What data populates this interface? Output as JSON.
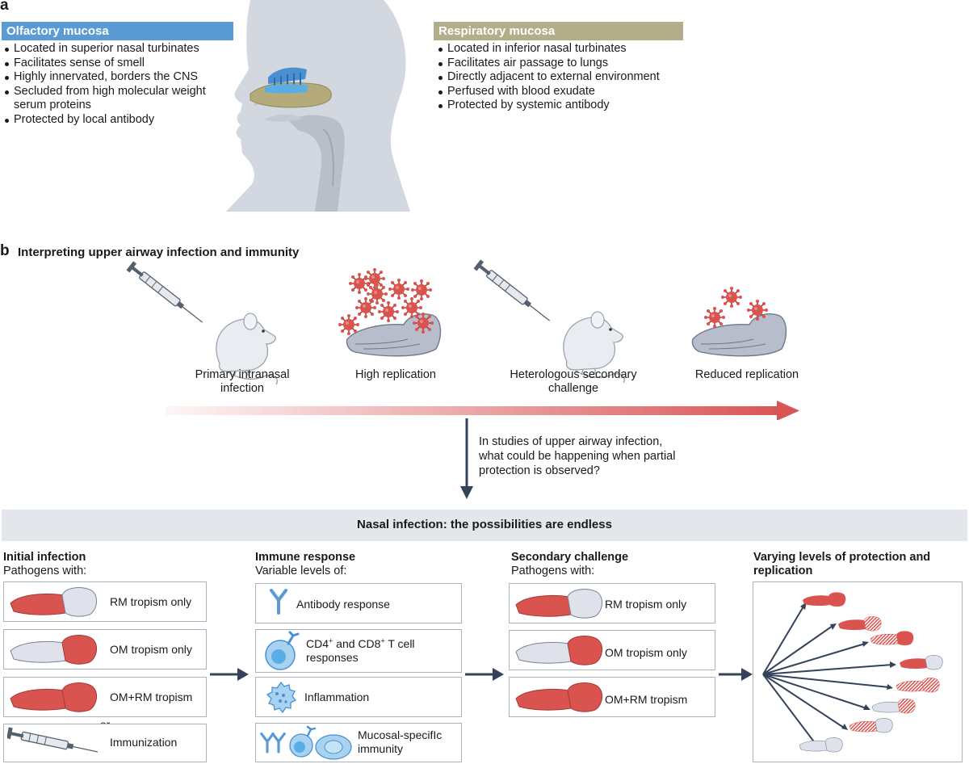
{
  "panel_a": {
    "letter": "a",
    "olfactory": {
      "title": "Olfactory mucosa",
      "color": "#5b9bd5",
      "items": [
        "Located in superior nasal turbinates",
        "Facilitates sense of smell",
        "Highly innervated, borders the CNS",
        "Secluded from high molecular weight serum proteins",
        "Protected by local antibody"
      ]
    },
    "respiratory": {
      "title": "Respiratory mucosa",
      "color": "#b3ad8a",
      "items": [
        "Located in inferior nasal turbinates",
        "Facilitates air passage to lungs",
        "Directly adjacent to external environment",
        "Perfused with blood exudate",
        "Protected by systemic antibody"
      ]
    }
  },
  "panel_b": {
    "letter": "b",
    "title": "Interpreting upper airway infection and immunity",
    "timeline": {
      "steps": [
        "Primary intranasal infection",
        "High replication",
        "Heterologous secondary challenge",
        "Reduced replication"
      ],
      "arrow_color": "#d95555"
    },
    "question": "In studies of upper airway infection, what could be happening when partial protection is observed?",
    "banner": "Nasal infection: the possibilities are endless",
    "columns": {
      "initial": {
        "title": "Initial infection",
        "subtitle": "Pathogens with:",
        "boxes": [
          "RM tropism only",
          "OM tropism only",
          "OM+RM tropism",
          "Immunization"
        ],
        "or_text": "or"
      },
      "immune": {
        "title": "Immune response",
        "subtitle": "Variable levels of:",
        "boxes": [
          "Antibody response",
          "CD4⁺ and CD8⁺ T cell responses",
          "Inflammation",
          "Mucosal-specifIc immunity"
        ]
      },
      "secondary": {
        "title": "Secondary challenge",
        "subtitle": "Pathogens with:",
        "boxes": [
          "RM tropism only",
          "OM tropism only",
          "OM+RM tropism"
        ]
      },
      "outcome": {
        "title": "Varying levels of protection and replication"
      }
    }
  },
  "colors": {
    "tissue_red": "#d9534f",
    "tissue_grey": "#c7ccd6",
    "virus": "#d9534f",
    "arrow_dark": "#34435a",
    "banner_bg": "#e3e6eb"
  }
}
